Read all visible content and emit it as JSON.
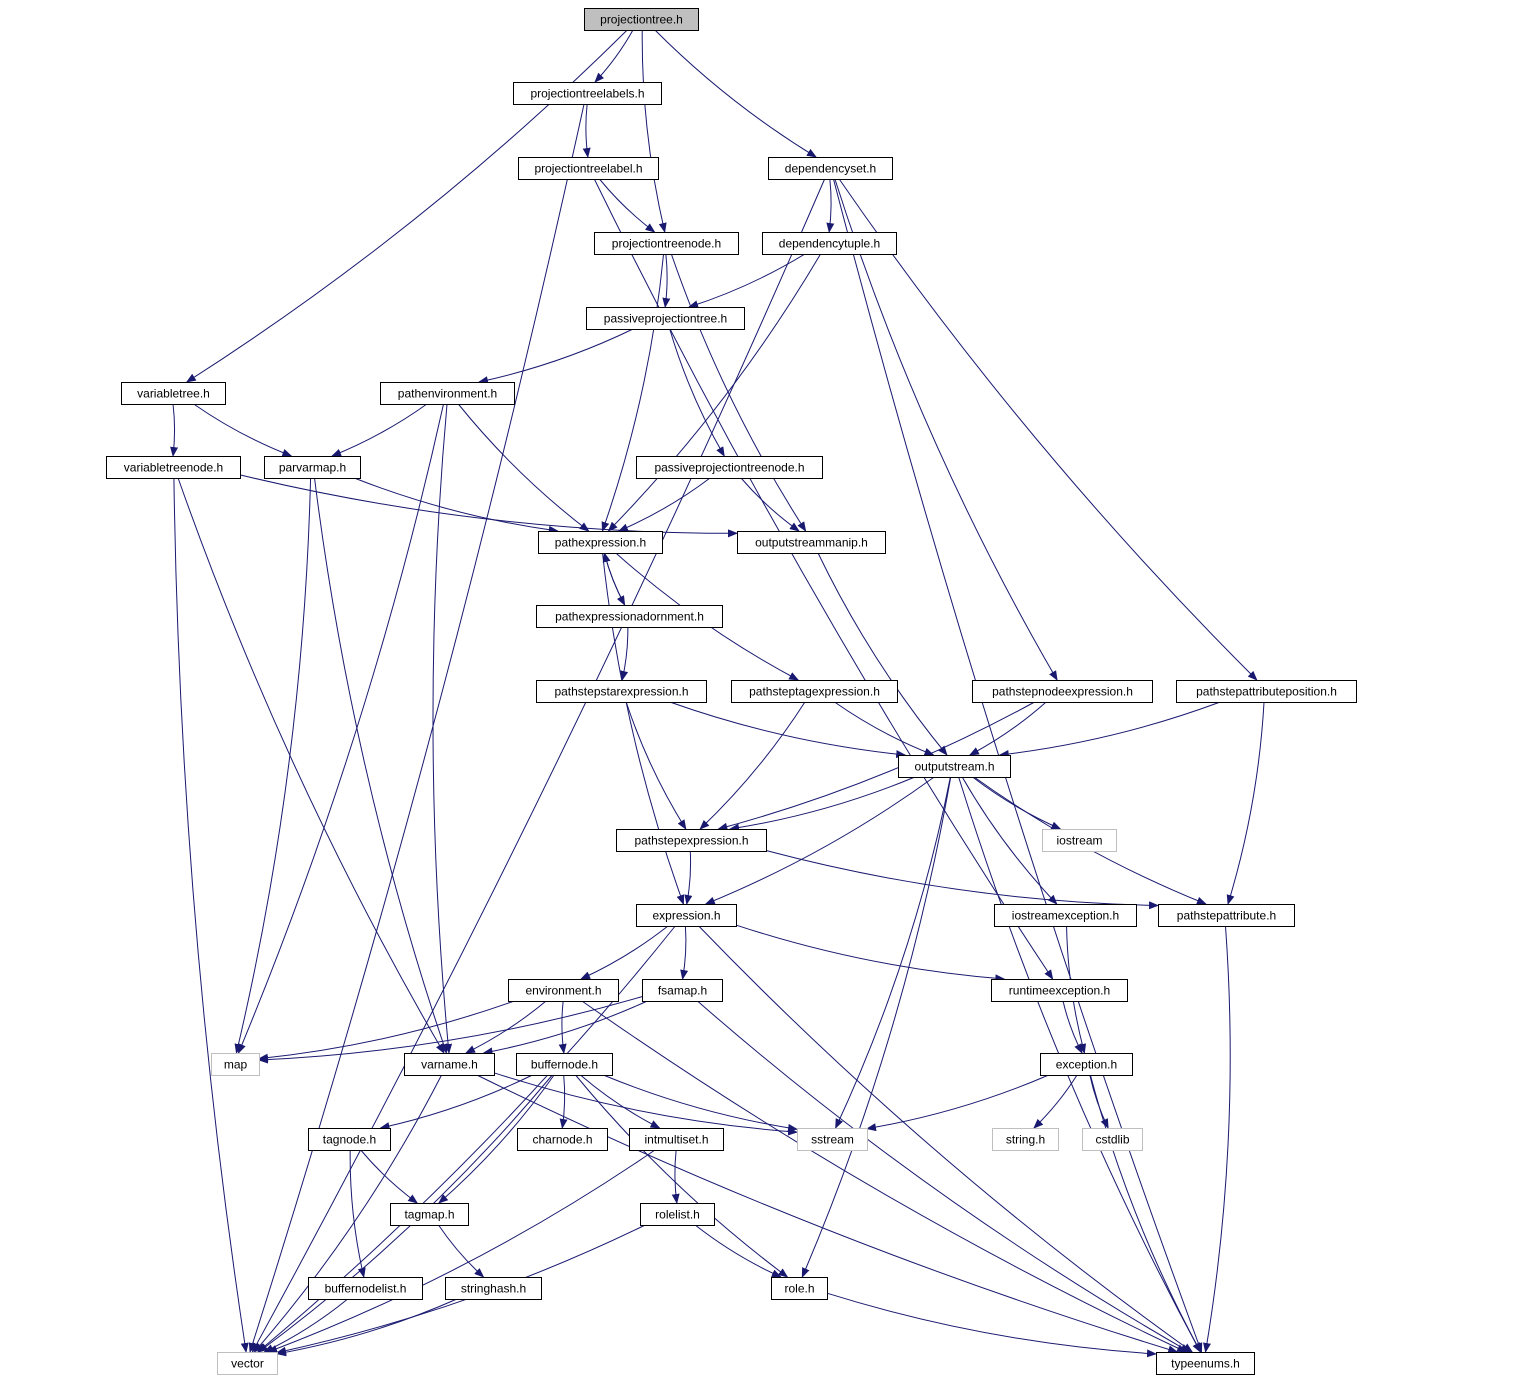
{
  "graph": {
    "colors": {
      "edge": "#191970",
      "node_border": "#000000",
      "external_border": "#bfbfbf",
      "root_fill": "#bfbfbf",
      "background": "#ffffff"
    },
    "nodes": [
      {
        "id": "projectiontree",
        "label": "projectiontree.h",
        "root": true
      },
      {
        "id": "projectiontreelabels",
        "label": "projectiontreelabels.h"
      },
      {
        "id": "projectiontreelabel",
        "label": "projectiontreelabel.h"
      },
      {
        "id": "dependencyset",
        "label": "dependencyset.h"
      },
      {
        "id": "projectiontreenode",
        "label": "projectiontreenode.h"
      },
      {
        "id": "dependencytuple",
        "label": "dependencytuple.h"
      },
      {
        "id": "passiveprojectiontree",
        "label": "passiveprojectiontree.h"
      },
      {
        "id": "variabletree",
        "label": "variabletree.h"
      },
      {
        "id": "pathenvironment",
        "label": "pathenvironment.h"
      },
      {
        "id": "variabletreenode",
        "label": "variabletreenode.h"
      },
      {
        "id": "parvarmap",
        "label": "parvarmap.h"
      },
      {
        "id": "passiveprojectiontreenode",
        "label": "passiveprojectiontreenode.h"
      },
      {
        "id": "pathexpression",
        "label": "pathexpression.h"
      },
      {
        "id": "outputstreammanip",
        "label": "outputstreammanip.h"
      },
      {
        "id": "pathexpressionadornment",
        "label": "pathexpressionadornment.h"
      },
      {
        "id": "pathstepstarexpression",
        "label": "pathstepstarexpression.h"
      },
      {
        "id": "pathsteptagexpression",
        "label": "pathsteptagexpression.h"
      },
      {
        "id": "pathstepnodeexpression",
        "label": "pathstepnodeexpression.h"
      },
      {
        "id": "pathstepattributeposition",
        "label": "pathstepattributeposition.h"
      },
      {
        "id": "outputstream",
        "label": "outputstream.h"
      },
      {
        "id": "pathstepexpression",
        "label": "pathstepexpression.h"
      },
      {
        "id": "iostream",
        "label": "iostream",
        "external": true
      },
      {
        "id": "expression",
        "label": "expression.h"
      },
      {
        "id": "iostreamexception",
        "label": "iostreamexception.h"
      },
      {
        "id": "pathstepattribute",
        "label": "pathstepattribute.h"
      },
      {
        "id": "environment",
        "label": "environment.h"
      },
      {
        "id": "fsamap",
        "label": "fsamap.h"
      },
      {
        "id": "runtimeexception",
        "label": "runtimeexception.h"
      },
      {
        "id": "map",
        "label": "map",
        "external": true
      },
      {
        "id": "varname",
        "label": "varname.h"
      },
      {
        "id": "buffernode",
        "label": "buffernode.h"
      },
      {
        "id": "exception",
        "label": "exception.h"
      },
      {
        "id": "tagnode",
        "label": "tagnode.h"
      },
      {
        "id": "charnode",
        "label": "charnode.h"
      },
      {
        "id": "intmultiset",
        "label": "intmultiset.h"
      },
      {
        "id": "sstream",
        "label": "sstream",
        "external": true
      },
      {
        "id": "string",
        "label": "string.h",
        "external": true
      },
      {
        "id": "cstdlib",
        "label": "cstdlib",
        "external": true
      },
      {
        "id": "tagmap",
        "label": "tagmap.h"
      },
      {
        "id": "rolelist",
        "label": "rolelist.h"
      },
      {
        "id": "buffernodelist",
        "label": "buffernodelist.h"
      },
      {
        "id": "stringhash",
        "label": "stringhash.h"
      },
      {
        "id": "role",
        "label": "role.h"
      },
      {
        "id": "vector",
        "label": "vector",
        "external": true
      },
      {
        "id": "typeenums",
        "label": "typeenums.h"
      }
    ],
    "edges": [
      [
        "projectiontree",
        "projectiontreelabels"
      ],
      [
        "projectiontree",
        "projectiontreenode"
      ],
      [
        "projectiontree",
        "dependencyset"
      ],
      [
        "projectiontree",
        "variabletree"
      ],
      [
        "projectiontreelabels",
        "projectiontreelabel"
      ],
      [
        "projectiontreelabels",
        "vector"
      ],
      [
        "projectiontreelabel",
        "projectiontreenode"
      ],
      [
        "projectiontreelabel",
        "runtimeexception"
      ],
      [
        "dependencyset",
        "dependencytuple"
      ],
      [
        "dependencyset",
        "vector"
      ],
      [
        "dependencyset",
        "pathstepnodeexpression"
      ],
      [
        "dependencyset",
        "pathstepattributeposition"
      ],
      [
        "dependencyset",
        "typeenums"
      ],
      [
        "projectiontreenode",
        "passiveprojectiontree"
      ],
      [
        "projectiontreenode",
        "pathexpression"
      ],
      [
        "projectiontreenode",
        "outputstreammanip"
      ],
      [
        "dependencytuple",
        "passiveprojectiontree"
      ],
      [
        "dependencytuple",
        "pathexpression"
      ],
      [
        "passiveprojectiontree",
        "pathenvironment"
      ],
      [
        "passiveprojectiontree",
        "passiveprojectiontreenode"
      ],
      [
        "variabletree",
        "variabletreenode"
      ],
      [
        "variabletree",
        "parvarmap"
      ],
      [
        "pathenvironment",
        "parvarmap"
      ],
      [
        "pathenvironment",
        "pathexpression"
      ],
      [
        "pathenvironment",
        "map"
      ],
      [
        "pathenvironment",
        "varname"
      ],
      [
        "variabletreenode",
        "outputstreammanip"
      ],
      [
        "variabletreenode",
        "varname"
      ],
      [
        "variabletreenode",
        "vector"
      ],
      [
        "parvarmap",
        "pathexpression"
      ],
      [
        "parvarmap",
        "map"
      ],
      [
        "parvarmap",
        "varname"
      ],
      [
        "passiveprojectiontreenode",
        "pathexpression"
      ],
      [
        "passiveprojectiontreenode",
        "outputstreammanip"
      ],
      [
        "pathexpression",
        "pathexpressionadornment"
      ],
      [
        "pathexpression",
        "pathsteptagexpression"
      ],
      [
        "pathexpression",
        "expression"
      ],
      [
        "pathexpressionadornment",
        "pathexpression"
      ],
      [
        "pathexpressionadornment",
        "pathstepstarexpression"
      ],
      [
        "outputstreammanip",
        "outputstream"
      ],
      [
        "pathstepstarexpression",
        "outputstream"
      ],
      [
        "pathstepstarexpression",
        "pathstepexpression"
      ],
      [
        "pathsteptagexpression",
        "outputstream"
      ],
      [
        "pathsteptagexpression",
        "pathstepexpression"
      ],
      [
        "pathstepnodeexpression",
        "outputstream"
      ],
      [
        "pathstepnodeexpression",
        "pathstepexpression"
      ],
      [
        "pathstepattributeposition",
        "outputstream"
      ],
      [
        "pathstepattributeposition",
        "pathstepattribute"
      ],
      [
        "outputstream",
        "pathstepexpression"
      ],
      [
        "outputstream",
        "expression"
      ],
      [
        "outputstream",
        "iostream"
      ],
      [
        "outputstream",
        "iostreamexception"
      ],
      [
        "outputstream",
        "pathstepattribute"
      ],
      [
        "outputstream",
        "sstream"
      ],
      [
        "outputstream",
        "role"
      ],
      [
        "outputstream",
        "typeenums"
      ],
      [
        "pathstepexpression",
        "expression"
      ],
      [
        "pathstepexpression",
        "pathstepattribute"
      ],
      [
        "expression",
        "environment"
      ],
      [
        "expression",
        "fsamap"
      ],
      [
        "expression",
        "runtimeexception"
      ],
      [
        "expression",
        "vector"
      ],
      [
        "expression",
        "typeenums"
      ],
      [
        "iostreamexception",
        "exception"
      ],
      [
        "pathstepattribute",
        "typeenums"
      ],
      [
        "environment",
        "map"
      ],
      [
        "environment",
        "varname"
      ],
      [
        "environment",
        "buffernode"
      ],
      [
        "environment",
        "typeenums"
      ],
      [
        "fsamap",
        "map"
      ],
      [
        "fsamap",
        "varname"
      ],
      [
        "fsamap",
        "typeenums"
      ],
      [
        "runtimeexception",
        "exception"
      ],
      [
        "varname",
        "sstream"
      ],
      [
        "varname",
        "vector"
      ],
      [
        "varname",
        "typeenums"
      ],
      [
        "buffernode",
        "tagnode"
      ],
      [
        "buffernode",
        "charnode"
      ],
      [
        "buffernode",
        "intmultiset"
      ],
      [
        "buffernode",
        "sstream"
      ],
      [
        "buffernode",
        "tagmap"
      ],
      [
        "buffernode",
        "role"
      ],
      [
        "buffernode",
        "vector"
      ],
      [
        "exception",
        "sstream"
      ],
      [
        "exception",
        "string"
      ],
      [
        "exception",
        "cstdlib"
      ],
      [
        "exception",
        "typeenums"
      ],
      [
        "tagnode",
        "tagmap"
      ],
      [
        "tagnode",
        "buffernodelist"
      ],
      [
        "intmultiset",
        "rolelist"
      ],
      [
        "intmultiset",
        "vector"
      ],
      [
        "tagmap",
        "stringhash"
      ],
      [
        "rolelist",
        "role"
      ],
      [
        "rolelist",
        "vector"
      ],
      [
        "buffernodelist",
        "vector"
      ],
      [
        "stringhash",
        "vector"
      ],
      [
        "role",
        "typeenums"
      ]
    ]
  }
}
